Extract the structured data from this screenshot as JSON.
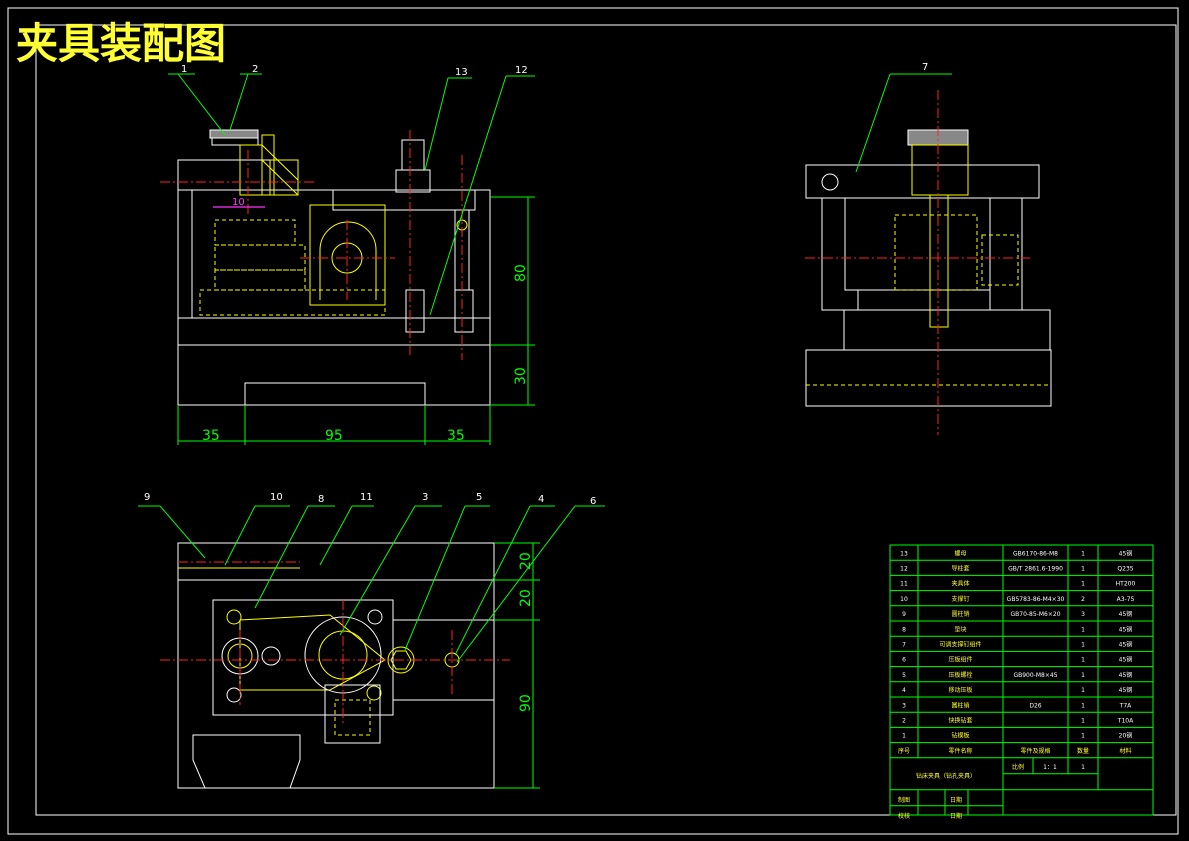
{
  "drawing": {
    "title": "夹具装配图"
  },
  "front_view": {
    "dimensions": {
      "dim_35_left": "35",
      "dim_95": "95",
      "dim_35_right": "35",
      "dim_80": "80",
      "dim_30": "30",
      "dim_10": "10"
    },
    "balloons": [
      "1",
      "2",
      "13",
      "12"
    ]
  },
  "side_view": {
    "balloons": [
      "7"
    ]
  },
  "top_view": {
    "dimensions": {
      "dim_20_a": "20",
      "dim_20_b": "20",
      "dim_90": "90"
    },
    "balloons": [
      "9",
      "10",
      "8",
      "11",
      "3",
      "5",
      "4",
      "6"
    ]
  },
  "parts_table": {
    "rows": [
      {
        "no": "13",
        "name": "螺母",
        "standard": "GB6170-86-M8",
        "qty": "1",
        "material": "45钢"
      },
      {
        "no": "12",
        "name": "导柱套",
        "standard": "GB/T 2861.6-1990",
        "qty": "1",
        "material": "Q235"
      },
      {
        "no": "11",
        "name": "夹具体",
        "standard": "",
        "qty": "1",
        "material": "HT200"
      },
      {
        "no": "10",
        "name": "支撑钉",
        "standard": "GB5783-86-M4×30",
        "qty": "2",
        "material": "A3-75"
      },
      {
        "no": "9",
        "name": "圆柱销",
        "standard": "GB70-85-M6×20",
        "qty": "3",
        "material": "45钢"
      },
      {
        "no": "8",
        "name": "垫块",
        "standard": "",
        "qty": "1",
        "material": "45钢"
      },
      {
        "no": "7",
        "name": "可调支撑钉组件",
        "standard": "",
        "qty": "1",
        "material": "45钢"
      },
      {
        "no": "6",
        "name": "压板组件",
        "standard": "",
        "qty": "1",
        "material": "45钢"
      },
      {
        "no": "5",
        "name": "压板螺栓",
        "standard": "GB900-M8×45",
        "qty": "1",
        "material": "45钢"
      },
      {
        "no": "4",
        "name": "移动压板",
        "standard": "",
        "qty": "1",
        "material": "45钢"
      },
      {
        "no": "3",
        "name": "圆柱销",
        "standard": "D26",
        "qty": "1",
        "material": "T7A"
      },
      {
        "no": "2",
        "name": "快换钻套",
        "standard": "",
        "qty": "1",
        "material": "T10A"
      },
      {
        "no": "1",
        "name": "钻模板",
        "standard": "",
        "qty": "1",
        "material": "20钢"
      }
    ],
    "header": {
      "no": "序号",
      "name": "零件名称",
      "standard": "零件及规格",
      "qty": "数量",
      "material": "材料"
    },
    "footer": {
      "drawing_name": "钻床夹具（钻孔夹具）",
      "scale_label": "比例",
      "scale_value": "1：1",
      "sheet_value": "1",
      "drawn_label": "制图",
      "drawn_date_label": "日期",
      "check_label": "校核",
      "check_date_label": "日期"
    }
  }
}
